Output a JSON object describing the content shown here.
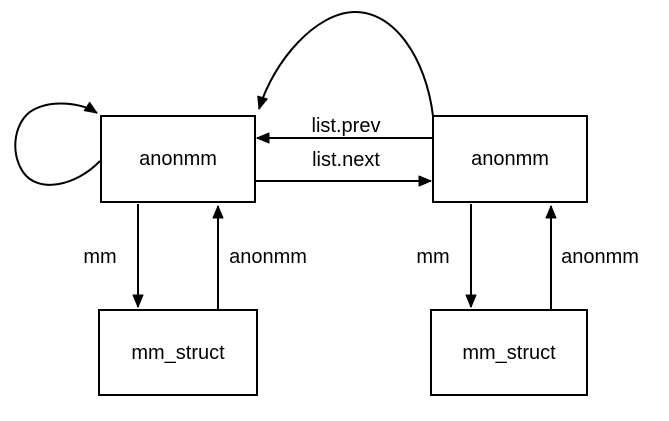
{
  "diagram": {
    "background_color": "#ffffff",
    "line_color": "#000000",
    "text_color": "#000000",
    "nodes": [
      {
        "id": "anonmm-left",
        "label": "anonmm"
      },
      {
        "id": "anonmm-right",
        "label": "anonmm"
      },
      {
        "id": "mm-struct-left",
        "label": "mm_struct"
      },
      {
        "id": "mm-struct-right",
        "label": "mm_struct"
      }
    ],
    "edges": [
      {
        "id": "self-loop",
        "from": "anonmm-left",
        "to": "anonmm-left",
        "label": ""
      },
      {
        "id": "top-arc",
        "from": "anonmm-right",
        "to": "anonmm-left",
        "label": ""
      },
      {
        "id": "list-prev",
        "from": "anonmm-right",
        "to": "anonmm-left",
        "label": "list.prev"
      },
      {
        "id": "list-next",
        "from": "anonmm-left",
        "to": "anonmm-right",
        "label": "list.next"
      },
      {
        "id": "mm-left",
        "from": "anonmm-left",
        "to": "mm-struct-left",
        "label": "mm"
      },
      {
        "id": "anonmm-up-left",
        "from": "mm-struct-left",
        "to": "anonmm-left",
        "label": "anonmm"
      },
      {
        "id": "mm-right",
        "from": "anonmm-right",
        "to": "mm-struct-right",
        "label": "mm"
      },
      {
        "id": "anonmm-up-right",
        "from": "mm-struct-right",
        "to": "anonmm-right",
        "label": "anonmm"
      }
    ]
  }
}
